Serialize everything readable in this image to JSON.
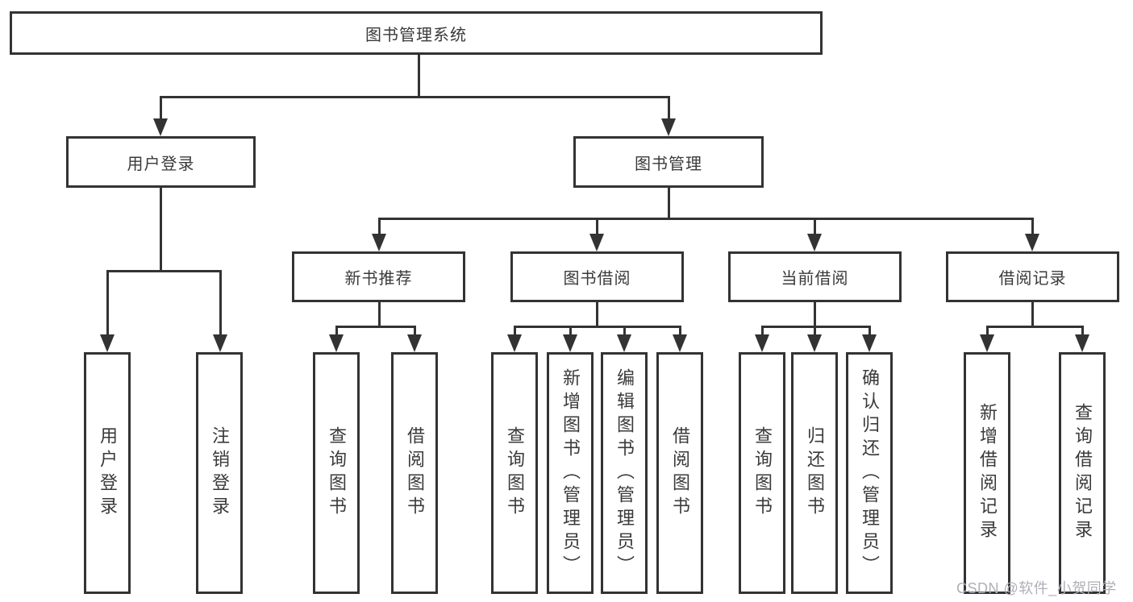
{
  "diagram": {
    "title": "图书管理系统",
    "level2": [
      {
        "label": "用户登录",
        "children": [
          {
            "label": "用户登录"
          },
          {
            "label": "注销登录"
          }
        ]
      },
      {
        "label": "图书管理"
      }
    ],
    "level3": [
      {
        "label": "新书推荐",
        "children": [
          {
            "label": "查询图书"
          },
          {
            "label": "借阅图书"
          }
        ]
      },
      {
        "label": "图书借阅",
        "children": [
          {
            "label": "查询图书"
          },
          {
            "label": "新增图书（管理员）"
          },
          {
            "label": "编辑图书（管理员）"
          },
          {
            "label": "借阅图书"
          }
        ]
      },
      {
        "label": "当前借阅",
        "children": [
          {
            "label": "查询图书"
          },
          {
            "label": "归还图书"
          },
          {
            "label": "确认归还（管理员）"
          }
        ]
      },
      {
        "label": "借阅记录",
        "children": [
          {
            "label": "新增借阅记录"
          },
          {
            "label": "查询借阅记录"
          }
        ]
      }
    ],
    "colors": {
      "line": "#333333",
      "text": "#3a3a3a",
      "background": "#ffffff",
      "watermark": "#afafb7"
    }
  },
  "watermark": {
    "text": "CSDN @软件_小贺同学"
  }
}
